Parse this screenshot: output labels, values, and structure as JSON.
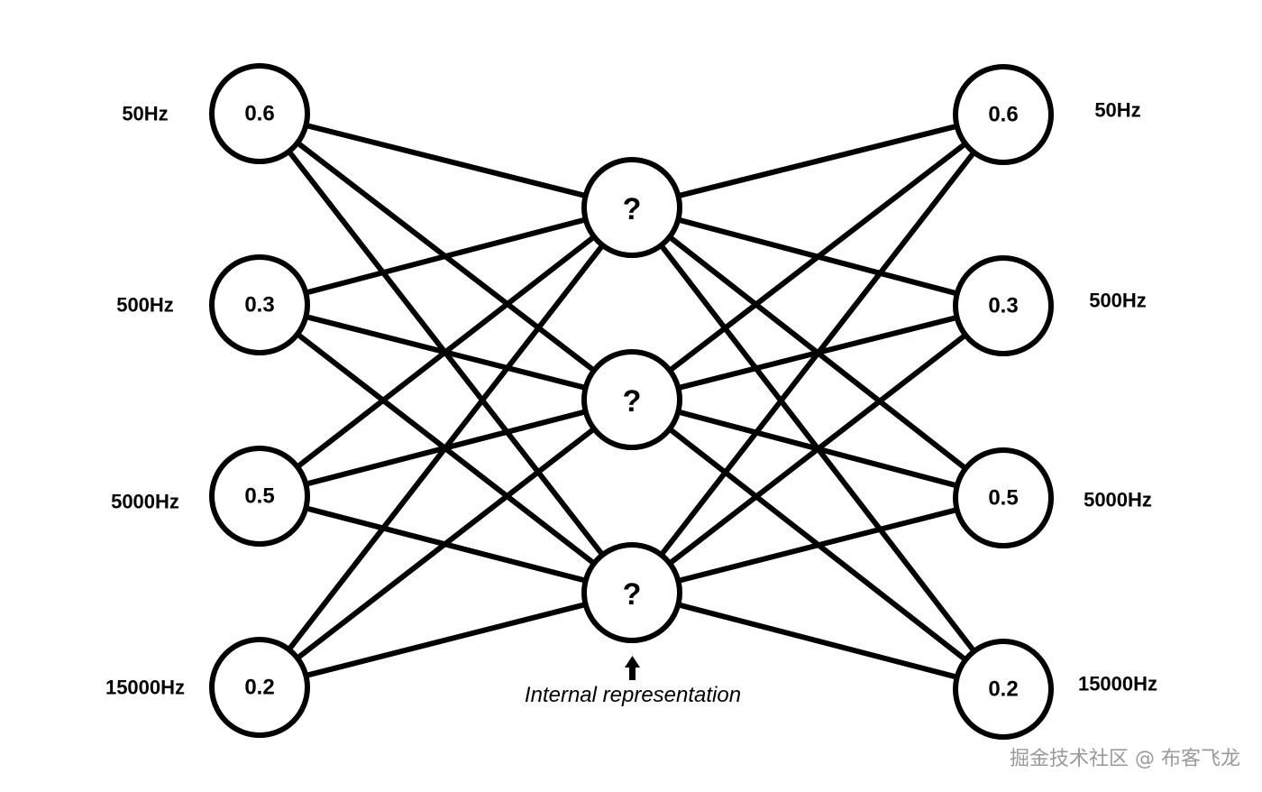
{
  "input_layer": {
    "nodes": [
      {
        "frequency": "50Hz",
        "value": "0.6"
      },
      {
        "frequency": "500Hz",
        "value": "0.3"
      },
      {
        "frequency": "5000Hz",
        "value": "0.5"
      },
      {
        "frequency": "15000Hz",
        "value": "0.2"
      }
    ]
  },
  "hidden_layer": {
    "nodes": [
      {
        "value": "?"
      },
      {
        "value": "?"
      },
      {
        "value": "?"
      }
    ],
    "caption": "Internal representation"
  },
  "output_layer": {
    "nodes": [
      {
        "frequency": "50Hz",
        "value": "0.6"
      },
      {
        "frequency": "500Hz",
        "value": "0.3"
      },
      {
        "frequency": "5000Hz",
        "value": "0.5"
      },
      {
        "frequency": "15000Hz",
        "value": "0.2"
      }
    ]
  },
  "edges": [
    {
      "from": "input.0",
      "to": "hidden.0"
    },
    {
      "from": "input.0",
      "to": "hidden.1"
    },
    {
      "from": "input.0",
      "to": "hidden.2"
    },
    {
      "from": "input.1",
      "to": "hidden.0"
    },
    {
      "from": "input.1",
      "to": "hidden.1"
    },
    {
      "from": "input.1",
      "to": "hidden.2"
    },
    {
      "from": "input.2",
      "to": "hidden.0"
    },
    {
      "from": "input.2",
      "to": "hidden.1"
    },
    {
      "from": "input.2",
      "to": "hidden.2"
    },
    {
      "from": "input.3",
      "to": "hidden.0"
    },
    {
      "from": "input.3",
      "to": "hidden.1"
    },
    {
      "from": "input.3",
      "to": "hidden.2"
    },
    {
      "from": "hidden.0",
      "to": "output.0"
    },
    {
      "from": "hidden.0",
      "to": "output.1"
    },
    {
      "from": "hidden.0",
      "to": "output.2"
    },
    {
      "from": "hidden.0",
      "to": "output.3"
    },
    {
      "from": "hidden.1",
      "to": "output.0"
    },
    {
      "from": "hidden.1",
      "to": "output.1"
    },
    {
      "from": "hidden.1",
      "to": "output.2"
    },
    {
      "from": "hidden.1",
      "to": "output.3"
    },
    {
      "from": "hidden.2",
      "to": "output.0"
    },
    {
      "from": "hidden.2",
      "to": "output.1"
    },
    {
      "from": "hidden.2",
      "to": "output.2"
    },
    {
      "from": "hidden.2",
      "to": "output.3"
    }
  ],
  "watermark": "掘金技术社区 @ 布客飞龙",
  "colors": {
    "stroke": "#000000",
    "background": "#ffffff",
    "watermark": "#9a9a9a"
  }
}
